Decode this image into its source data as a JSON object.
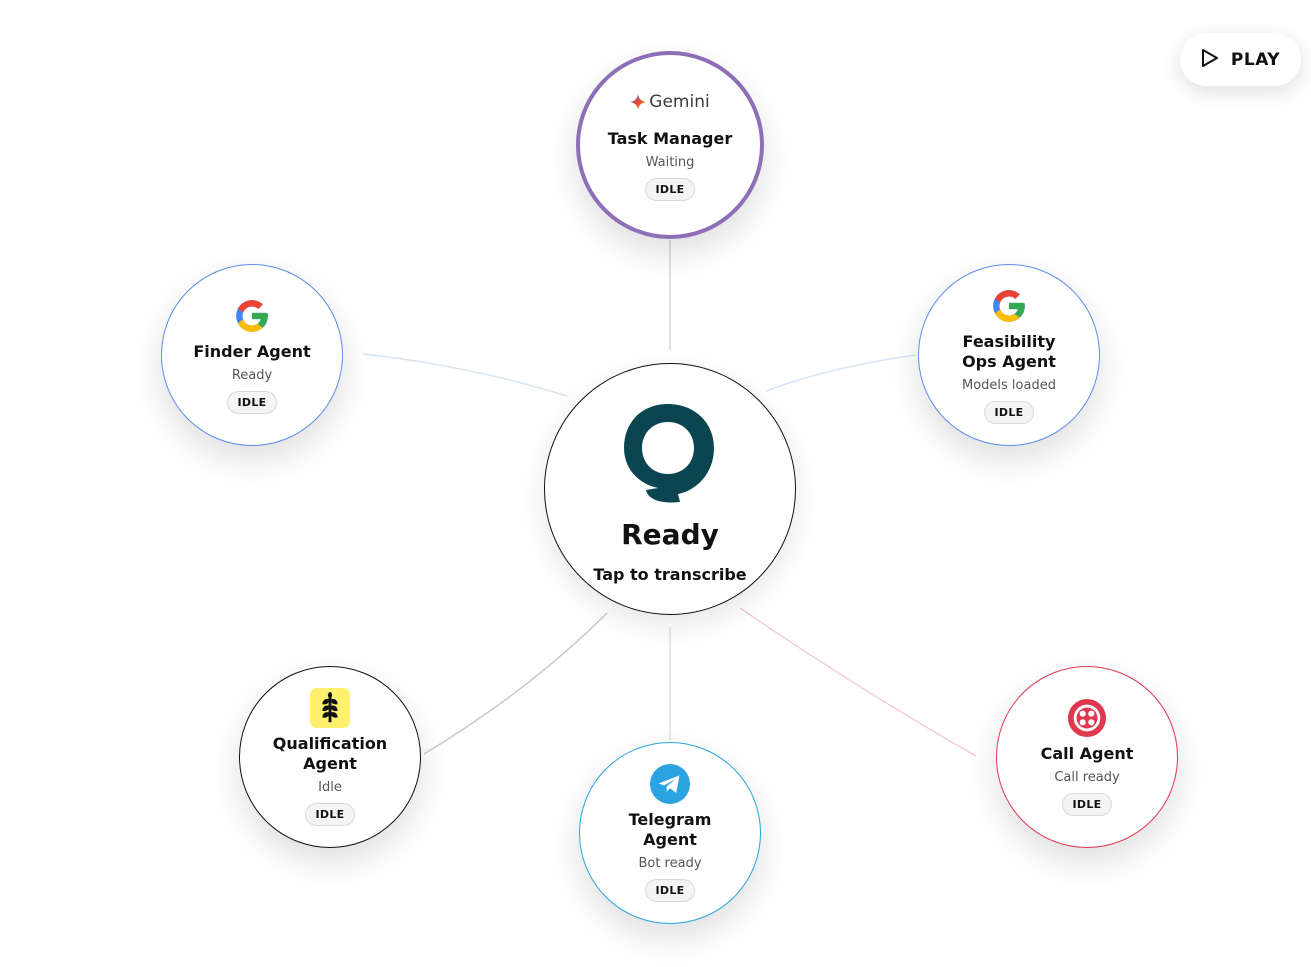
{
  "play_button": {
    "label": "PLAY",
    "icon": "play-icon"
  },
  "hub": {
    "title": "Ready",
    "subtitle": "Tap to transcribe",
    "icon": "hub-logo-icon",
    "color": "#0b4650"
  },
  "agents": {
    "task_manager": {
      "brand": "Gemini",
      "name": "Task Manager",
      "status": "Waiting",
      "badge": "IDLE",
      "border_color": "#8e6fb7",
      "icon": "gemini-icon"
    },
    "finder": {
      "name": "Finder Agent",
      "status": "Ready",
      "badge": "IDLE",
      "border_color": "#5b8def",
      "icon": "google-icon"
    },
    "feasibility": {
      "name": "Feasibility Ops Agent",
      "status": "Models loaded",
      "badge": "IDLE",
      "border_color": "#5b8def",
      "icon": "google-icon"
    },
    "qualification": {
      "name": "Qualification Agent",
      "status": "Idle",
      "badge": "IDLE",
      "border_color": "#111111",
      "icon": "wheat-icon"
    },
    "telegram": {
      "name": "Telegram Agent",
      "status": "Bot ready",
      "badge": "IDLE",
      "border_color": "#2aa3e0",
      "icon": "telegram-icon"
    },
    "call": {
      "name": "Call Agent",
      "status": "Call ready",
      "badge": "IDLE",
      "border_color": "#e0394f",
      "icon": "twilio-icon"
    }
  }
}
